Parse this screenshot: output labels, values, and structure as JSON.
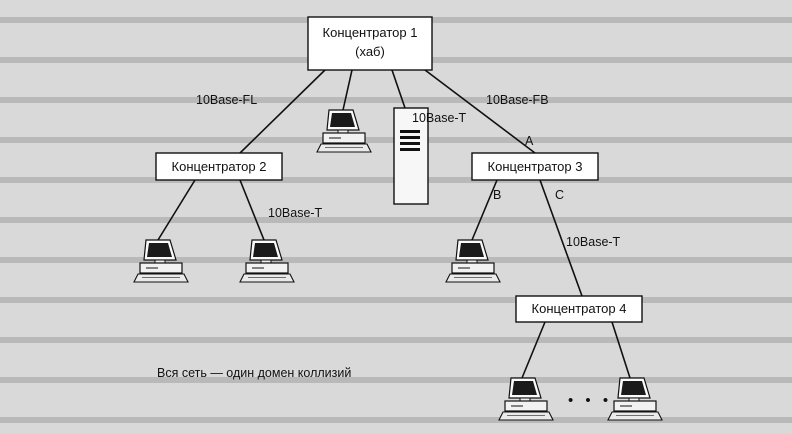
{
  "hubs": {
    "hub1": {
      "line1": "Концентратор 1",
      "line2": "(хаб)"
    },
    "hub2": {
      "label": "Концентратор 2"
    },
    "hub3": {
      "label": "Концентратор 3"
    },
    "hub4": {
      "label": "Концентратор 4"
    }
  },
  "links": {
    "hub1_hub2": "10Base-FL",
    "hub1_hub3": "10Base-FB",
    "hub1_server": "10Base-T",
    "hub2_pc": "10Base-T",
    "hub3_hub4": "10Base-T"
  },
  "ports": {
    "a": "A",
    "b": "B",
    "c": "C"
  },
  "caption": "Вся сеть — один домен коллизий",
  "ellipsis": "• • •",
  "icons": [
    "computer-icon",
    "server-icon"
  ]
}
